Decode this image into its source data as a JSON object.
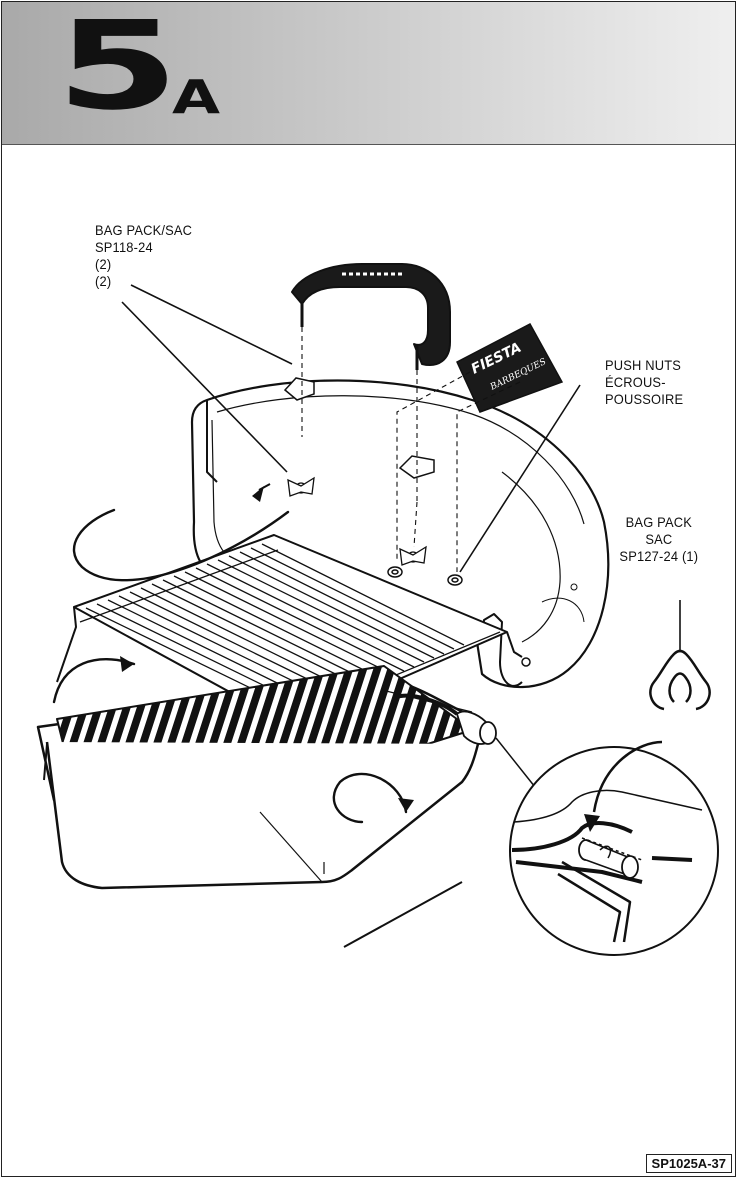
{
  "header": {
    "step_number": "5",
    "step_letter": "A"
  },
  "callouts": {
    "bag_pack_1": {
      "lines": [
        "BAG PACK/SAC",
        "SP118-24",
        "(2)",
        "(2)"
      ]
    },
    "push_nuts": {
      "lines": [
        "PUSH NUTS",
        "ÉCROUS-",
        "POUSSOIRE"
      ]
    },
    "bag_pack_2": {
      "lines": [
        "BAG PACK",
        "SAC",
        "SP127-24 (1)"
      ]
    }
  },
  "logo": {
    "brand": "FIESTA",
    "sub": "BARBEQUES"
  },
  "footer": {
    "part_number": "SP1025A-37"
  }
}
